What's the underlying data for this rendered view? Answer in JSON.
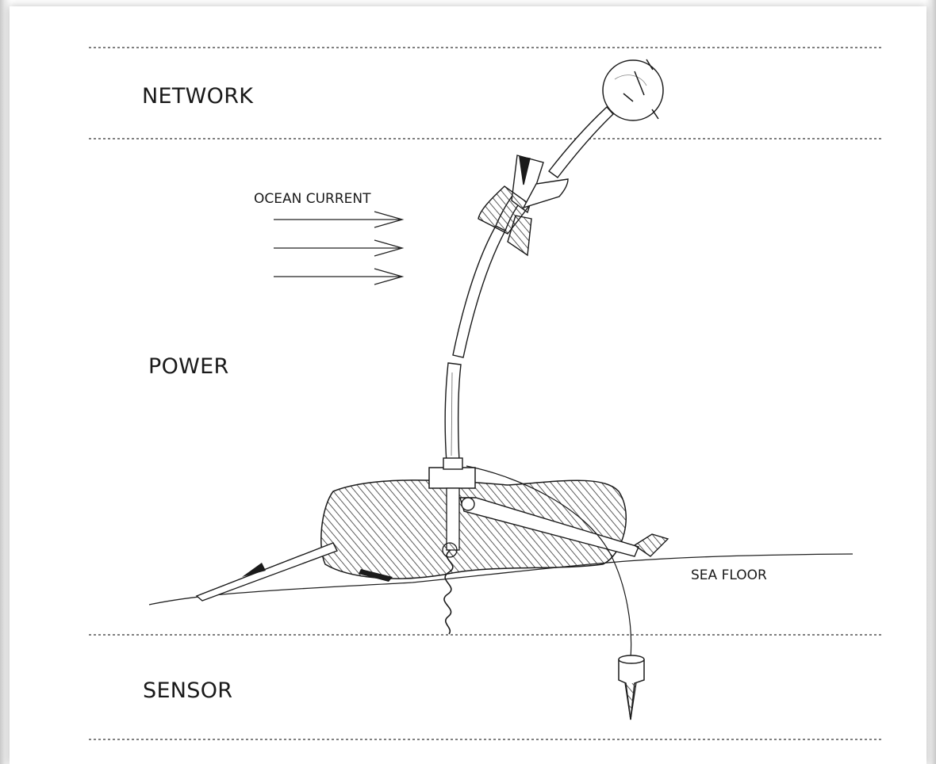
{
  "layers": {
    "network": "NETWORK",
    "power": "POWER",
    "sensor": "SENSOR"
  },
  "annotations": {
    "ocean_current": "OCEAN CURRENT",
    "sea_floor": "SEA FLOOR"
  },
  "colors": {
    "ink": "#1a1a1a",
    "divider": "#555555",
    "hatch": "#333333"
  }
}
